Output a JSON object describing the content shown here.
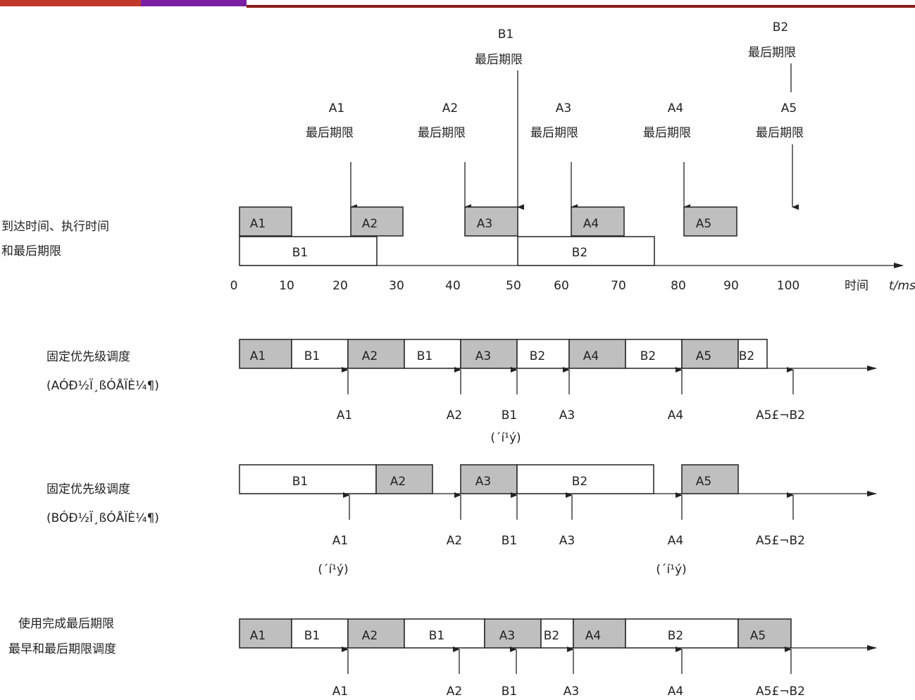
{
  "header": {
    "banner_colors": [
      "#c0392b",
      "#7a1fa2"
    ],
    "rule_color": "#8b1a1a"
  },
  "colors": {
    "task_a_fill": "#bfbfbf",
    "task_b_fill": "#ffffff",
    "stroke": "#222222"
  },
  "deadline_word": "最后期限",
  "top_deadlines": [
    {
      "task": "B1",
      "label": "最后期限"
    },
    {
      "task": "B2",
      "label": "最后期限"
    },
    {
      "task": "A1",
      "label": "最后期限"
    },
    {
      "task": "A2",
      "label": "最后期限"
    },
    {
      "task": "A3",
      "label": "最后期限"
    },
    {
      "task": "A4",
      "label": "最后期限"
    },
    {
      "task": "A5",
      "label": "最后期限"
    }
  ],
  "rows": [
    {
      "id": "arrival",
      "labels": [
        "到达时间、执行时间",
        "和最后期限"
      ]
    },
    {
      "id": "fixed-a",
      "labels": [
        "固定优先级调度",
        "(AÓÐ½Ï¸ßÓÅÏÈ¼¶)"
      ]
    },
    {
      "id": "fixed-b",
      "labels": [
        "固定优先级调度",
        "(BÓÐ½Ï¸ßÓÅÏÈ¼¶)"
      ]
    },
    {
      "id": "edf",
      "labels": [
        "使用完成最后期限",
        "最早和最后期限调度"
      ]
    }
  ],
  "axis": {
    "ticks": [
      "0",
      "10",
      "20",
      "30",
      "40",
      "50",
      "60",
      "70",
      "80",
      "90",
      "100"
    ],
    "unit_label": "时间",
    "unit_var": "t/ms"
  },
  "arrival_segments": {
    "row_a": [
      "A1",
      "A2",
      "A3",
      "A4",
      "A5"
    ],
    "row_b": [
      "B1",
      "B2"
    ]
  },
  "schedules": {
    "fixed_a": [
      "A1",
      "B1",
      "A2",
      "B1",
      "A3",
      "B2",
      "A4",
      "B2",
      "A5",
      "B2"
    ],
    "fixed_b": [
      "B1",
      "A2",
      "A3",
      "B2",
      "A5"
    ],
    "edf": [
      "A1",
      "B1",
      "A2",
      "B1",
      "A3",
      "B2",
      "A4",
      "B2",
      "A5"
    ]
  },
  "marker_labels": {
    "fixed_a": [
      "A1",
      "A2",
      "B1",
      "A3",
      "A4",
      "A5£¬B2"
    ],
    "fixed_b": [
      "A1",
      "A2",
      "B1",
      "A3",
      "A4",
      "A5£¬B2"
    ],
    "edf": [
      "A1",
      "A2",
      "B1",
      "A3",
      "A4",
      "A5£¬B2"
    ]
  },
  "annotations": {
    "fixed_a_miss": "(´í¹ý)",
    "fixed_b_miss_1": "(´í¹ý)",
    "fixed_b_miss_2": "(´í¹ý)"
  }
}
